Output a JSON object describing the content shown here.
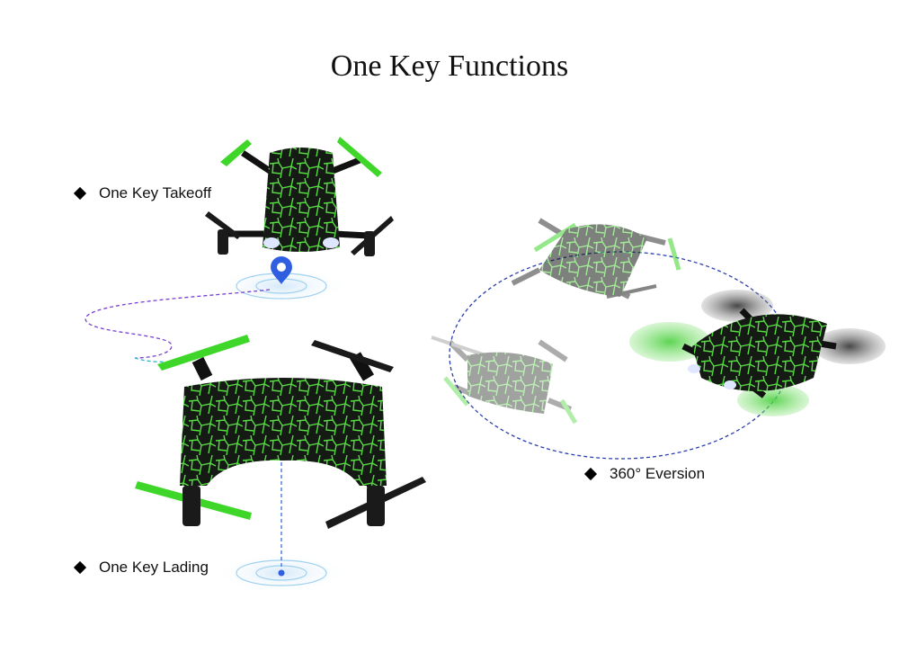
{
  "title": "One Key Functions",
  "features": [
    {
      "label": "One Key Takeoff"
    },
    {
      "label": "One Key Lading"
    },
    {
      "label": "360° Eversion"
    }
  ],
  "colors": {
    "green": "#3fd62a",
    "body": "#141a14",
    "crack": "#5fe24a",
    "path_purple": "#7a3fd0",
    "path_blue": "#2a3fb0",
    "pin": "#2f5fe0"
  }
}
